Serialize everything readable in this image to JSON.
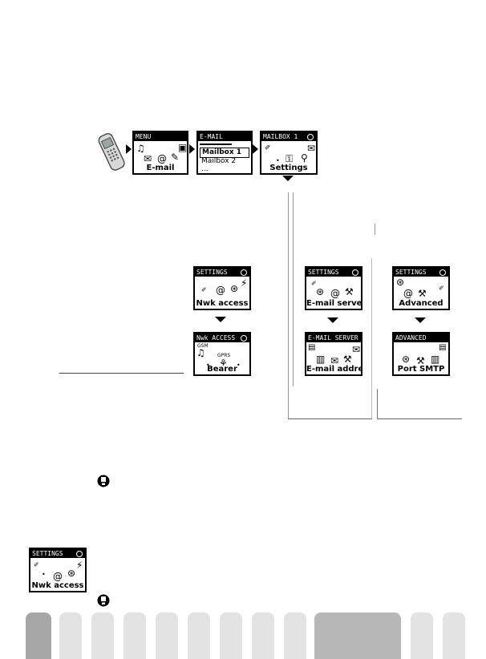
{
  "screens": {
    "menu": {
      "title": "MENU",
      "caption": "E-mail"
    },
    "email": {
      "title": "E-MAIL",
      "items": [
        "Mailbox 1",
        "Mailbox 2",
        "..."
      ],
      "selected_index": 0
    },
    "mailbox": {
      "title": "MAILBOX 1",
      "caption": "Settings"
    },
    "settings_nwk": {
      "title": "SETTINGS",
      "caption": "Nwk access"
    },
    "nwk_access": {
      "title": "Nwk ACCESS",
      "caption": "Bearer",
      "small_label_1": "GSM",
      "small_label_2": "GPRS"
    },
    "settings_email": {
      "title": "SETTINGS",
      "caption": "E-mail server"
    },
    "email_server": {
      "title": "E-MAIL SERVER",
      "caption": "E-mail address"
    },
    "settings_adv": {
      "title": "SETTINGS",
      "caption": "Advanced"
    },
    "advanced": {
      "title": "ADVANCED",
      "caption": "Port SMTP"
    },
    "settings_bottom": {
      "title": "SETTINGS",
      "caption": "Nwk access"
    }
  },
  "icons": [
    "phone-icon",
    "warning-icon"
  ],
  "tabs": {
    "count": 12,
    "active_index": 9
  }
}
